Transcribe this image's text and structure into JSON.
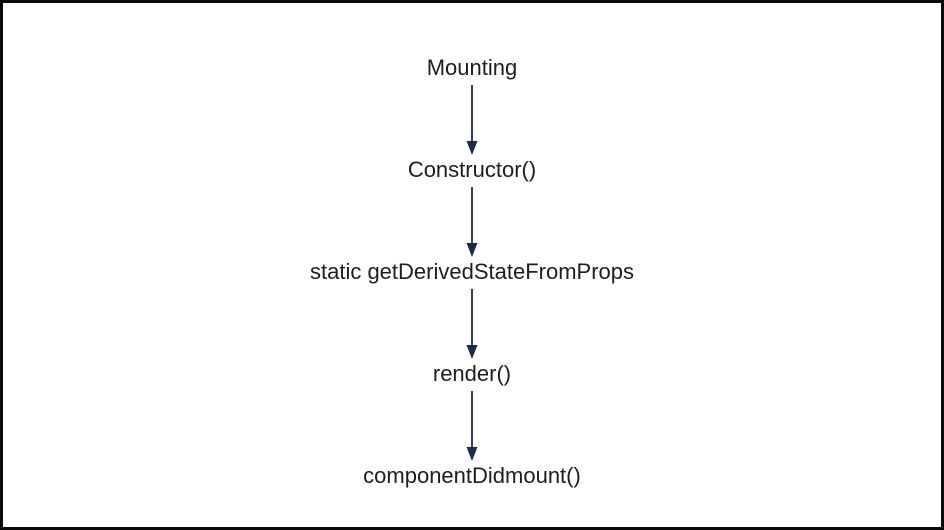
{
  "diagram": {
    "nodes": [
      {
        "label": "Mounting"
      },
      {
        "label": "Constructor()"
      },
      {
        "label": "static getDerivedStateFromProps"
      },
      {
        "label": "render()"
      },
      {
        "label": "componentDidmount()"
      }
    ],
    "colors": {
      "background": "#ffffff",
      "border": "#0a0a0a",
      "text": "#1e1e1e",
      "arrow": "#1c2b4a"
    }
  }
}
